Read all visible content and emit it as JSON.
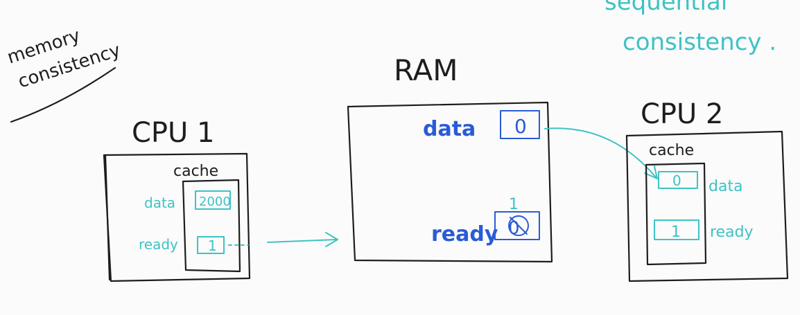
{
  "notes": {
    "memory_consistency_line1": "memory",
    "memory_consistency_line2": "consistency",
    "sequential_line1": "sequential",
    "sequential_line2": "consistency ."
  },
  "ram": {
    "title": "RAM",
    "data_label": "data",
    "data_value": "0",
    "ready_label": "ready",
    "ready_old_value": "0",
    "ready_new_value": "1"
  },
  "cpu1": {
    "title": "CPU 1",
    "cache_label": "cache",
    "data_label": "data",
    "data_value": "2000",
    "ready_label": "ready",
    "ready_value": "1"
  },
  "cpu2": {
    "title": "CPU 2",
    "cache_label": "cache",
    "data_label": "data",
    "data_value": "0",
    "ready_label": "ready",
    "ready_value": "1"
  },
  "colors": {
    "ink": "#1d1d1d",
    "teal": "#3ec2c4",
    "blue": "#2a5bd7",
    "background": "#fbfbfb"
  }
}
